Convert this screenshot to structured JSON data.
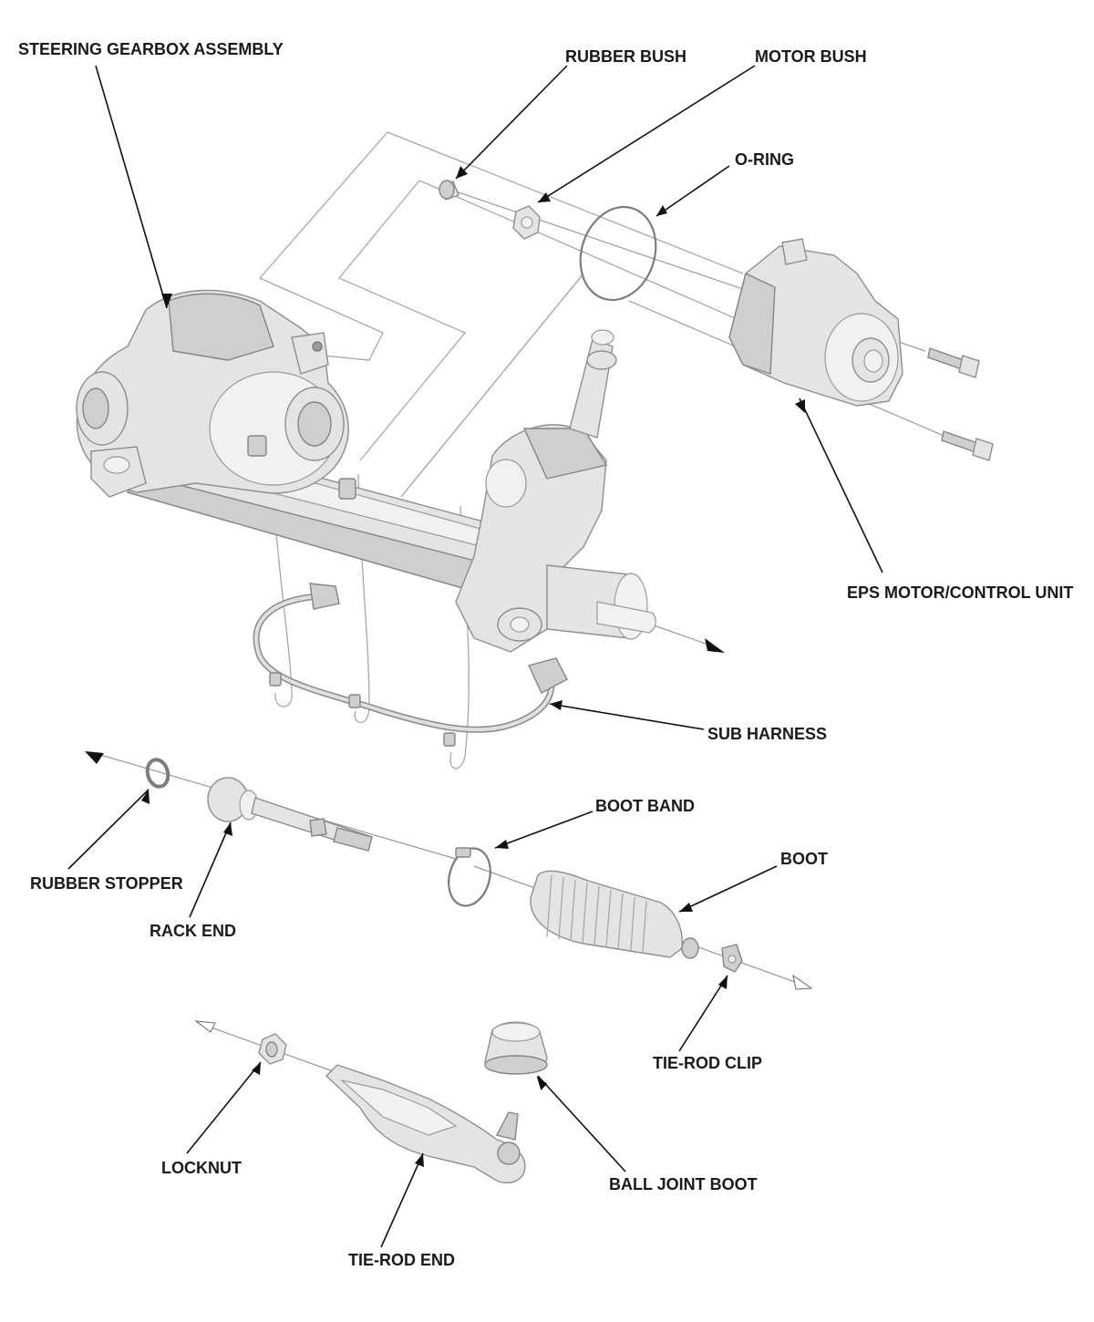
{
  "labels": {
    "steering_gearbox_assembly": "STEERING GEARBOX ASSEMBLY",
    "rubber_bush": "RUBBER BUSH",
    "motor_bush": "MOTOR BUSH",
    "o_ring": "O-RING",
    "eps_motor_control_unit": "EPS MOTOR/CONTROL UNIT",
    "sub_harness": "SUB HARNESS",
    "boot_band": "BOOT BAND",
    "boot": "BOOT",
    "rubber_stopper": "RUBBER STOPPER",
    "rack_end": "RACK END",
    "tie_rod_clip": "TIE-ROD CLIP",
    "locknut": "LOCKNUT",
    "ball_joint_boot": "BALL JOINT BOOT",
    "tie_rod_end": "TIE-ROD END"
  },
  "colors": {
    "label_text": "#1a1a1a",
    "leader_line": "#111111",
    "part_fill": "#e4e4e4",
    "part_stroke": "#8e8e8e"
  }
}
